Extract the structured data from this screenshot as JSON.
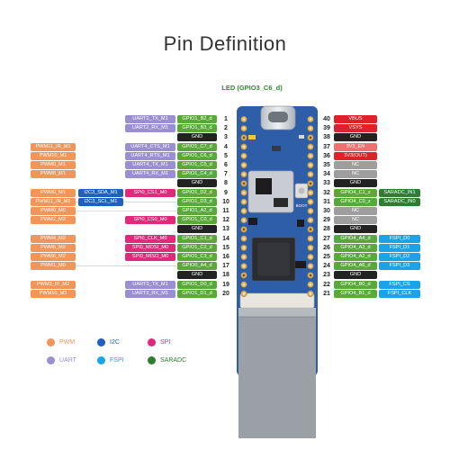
{
  "title": "Pin Definition",
  "led_label": "LED (GPIO3_C6_d)",
  "colors": {
    "pwm": "#f0965a",
    "uart": "#9b8fd0",
    "i2c": "#1f5fbf",
    "spi": "#e0297a",
    "fspi": "#1aa3e8",
    "saradc": "#2f7d32",
    "gpio": "#5aa83a",
    "gnd": "#222222",
    "power": "#e0202a",
    "nc": "#9e9e9e",
    "vcc_en": "#f07070"
  },
  "board": {
    "boot_label": "BOOT"
  },
  "left_rows": [
    {
      "pin": "1",
      "gpio": "GPIO1_B2_d",
      "func": "UART2_TX_M1",
      "func_type": "uart"
    },
    {
      "pin": "2",
      "gpio": "GPIO1_B3_d",
      "func": "UART2_RX_M1",
      "func_type": "uart"
    },
    {
      "pin": "3",
      "gpio": "GND"
    },
    {
      "pin": "4",
      "gpio": "GPIO1_C7_d",
      "func": "UART4_CTS_M1",
      "func_type": "uart",
      "pwm": "PWM11_IR_M1"
    },
    {
      "pin": "5",
      "gpio": "GPIO1_C6_d",
      "func": "UART4_RTS_M1",
      "func_type": "uart",
      "pwm": "PWM10_M1"
    },
    {
      "pin": "6",
      "gpio": "GPIO1_C5_d",
      "func": "UART4_TX_M1",
      "func_type": "uart",
      "pwm": "PWM9_M1"
    },
    {
      "pin": "7",
      "gpio": "GPIO1_C4_d",
      "func": "UART4_RX_M1",
      "func_type": "uart",
      "pwm": "PWM8_M1"
    },
    {
      "pin": "8",
      "gpio": "GND"
    },
    {
      "pin": "9",
      "gpio": "GPIO1_D2_d",
      "func": "SPI0_CS1_M0",
      "func_type": "spi",
      "i2c": "I2C3_SDA_M1",
      "pwm": "PWM0_M1"
    },
    {
      "pin": "10",
      "gpio": "GPIO1_D3_d",
      "i2c": "I2C3_SCL_M1",
      "pwm": "PWM11_IR_M2"
    },
    {
      "pin": "11",
      "gpio": "GPIO1_A2_d",
      "pwm": "PWM0_M0"
    },
    {
      "pin": "12",
      "gpio": "GPIO1_C0_d",
      "func": "SPI0_CS0_M0",
      "func_type": "spi",
      "pwm": "PWM2_M2"
    },
    {
      "pin": "13",
      "gpio": "GND"
    },
    {
      "pin": "14",
      "gpio": "GPIO1_C1_d",
      "func": "SPI0_CLK_M0",
      "func_type": "spi",
      "pwm": "PWM4_M2"
    },
    {
      "pin": "15",
      "gpio": "GPIO1_C2_d",
      "func": "SPI0_MOSI_M0",
      "func_type": "spi",
      "pwm": "PWM5_M2"
    },
    {
      "pin": "16",
      "gpio": "GPIO1_C3_d",
      "func": "SPI0_MISO_M0",
      "func_type": "spi",
      "pwm": "PWM6_M2"
    },
    {
      "pin": "17",
      "gpio": "GPIO0_A4_d",
      "pwm": "PWM1_M0"
    },
    {
      "pin": "18",
      "gpio": "GND"
    },
    {
      "pin": "19",
      "gpio": "GPIO1_D0_d",
      "func": "UART3_TX_M1",
      "func_type": "uart",
      "pwm": "PWM3_IR_M2"
    },
    {
      "pin": "20",
      "gpio": "GPIO1_D1_d",
      "func": "UART3_RX_M1",
      "func_type": "uart",
      "pwm": "PWM10_M2"
    }
  ],
  "right_rows": [
    {
      "pin": "40",
      "name": "VBUS",
      "type": "power"
    },
    {
      "pin": "39",
      "name": "VSYS",
      "type": "power"
    },
    {
      "pin": "38",
      "name": "GND",
      "type": "gnd"
    },
    {
      "pin": "37",
      "name": "3V3_EN",
      "type": "vcc_en"
    },
    {
      "pin": "36",
      "name": "3V3(OUT)",
      "type": "power"
    },
    {
      "pin": "35",
      "name": "NC",
      "type": "nc"
    },
    {
      "pin": "34",
      "name": "NC",
      "type": "nc"
    },
    {
      "pin": "33",
      "name": "GND",
      "type": "gnd"
    },
    {
      "pin": "32",
      "name": "GPIO4_C1_z",
      "type": "gpio",
      "func": "SARADC_IN1",
      "func_type": "saradc"
    },
    {
      "pin": "31",
      "name": "GPIO4_C0_z",
      "type": "gpio",
      "func": "SARADC_IN0",
      "func_type": "saradc"
    },
    {
      "pin": "30",
      "name": "NC",
      "type": "nc"
    },
    {
      "pin": "29",
      "name": "NC",
      "type": "nc"
    },
    {
      "pin": "28",
      "name": "GND",
      "type": "gnd"
    },
    {
      "pin": "27",
      "name": "GPIO4_A4_d",
      "type": "gpio",
      "func": "FSPI_D0",
      "func_type": "fspi"
    },
    {
      "pin": "26",
      "name": "GPIO4_A3_d",
      "type": "gpio",
      "func": "FSPI_D1",
      "func_type": "fspi"
    },
    {
      "pin": "25",
      "name": "GPIO4_A2_d",
      "type": "gpio",
      "func": "FSPI_D2",
      "func_type": "fspi"
    },
    {
      "pin": "24",
      "name": "GPIO4_A6_d",
      "type": "gpio",
      "func": "FSPI_D3",
      "func_type": "fspi"
    },
    {
      "pin": "23",
      "name": "GND",
      "type": "gnd"
    },
    {
      "pin": "22",
      "name": "GPIO4_B0_d",
      "type": "gpio",
      "func": "FSPI_CS",
      "func_type": "fspi"
    },
    {
      "pin": "21",
      "name": "GPIO4_B1_d",
      "type": "gpio",
      "func": "FSPI_CLK",
      "func_type": "fspi"
    }
  ],
  "legend": [
    {
      "label": "PWM",
      "type": "pwm"
    },
    {
      "label": "I2C",
      "type": "i2c"
    },
    {
      "label": "SPI",
      "type": "spi"
    },
    {
      "label": "UART",
      "type": "uart"
    },
    {
      "label": "FSPI",
      "type": "fspi"
    },
    {
      "label": "SARADC",
      "type": "saradc"
    }
  ]
}
